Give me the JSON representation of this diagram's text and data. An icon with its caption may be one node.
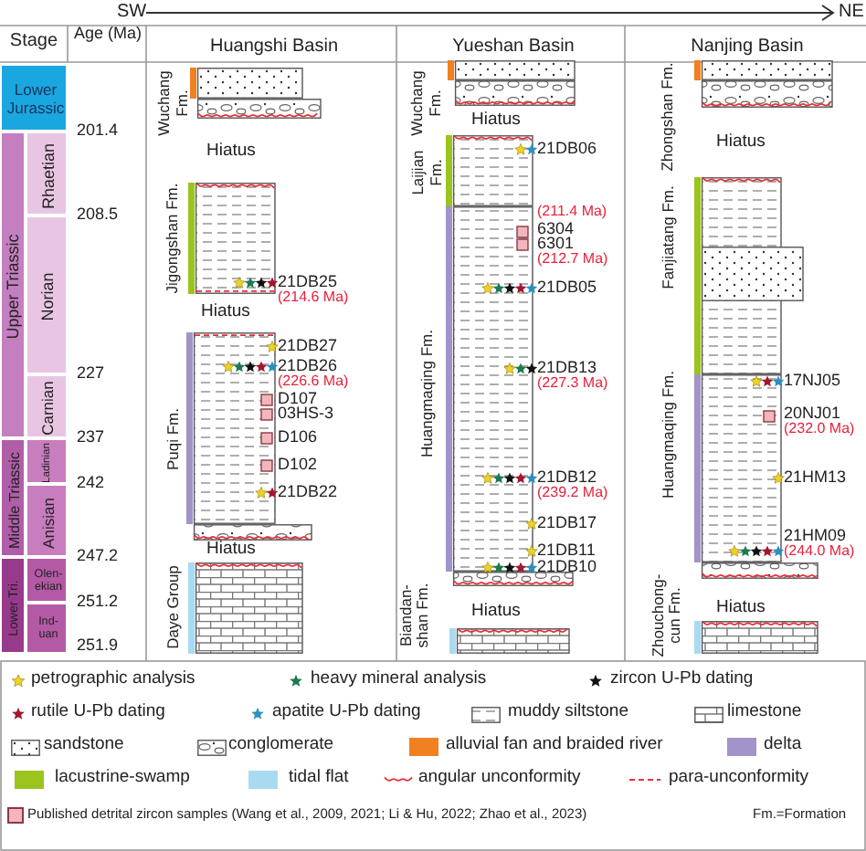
{
  "diagram": {
    "nodes": [
      {
        "text": [
          "Lower Jurassic"
        ]
      },
      {
        "text": [
          "Upper Triassic"
        ]
      },
      {
        "text": [
          "Rhaetian"
        ]
      },
      {
        "text": [
          "Norian"
        ]
      },
      {
        "text": [
          "Carnian"
        ]
      },
      {
        "text": [
          "Middle Triassic"
        ]
      },
      {
        "text": [
          "Ladinian"
        ]
      },
      {
        "text": [
          "Anisian"
        ]
      },
      {
        "text": [
          "Lower Tri."
        ]
      },
      {
        "text": [
          "Olen-ekian"
        ]
      },
      {
        "text": [
          "Ind-uan"
        ]
      },
      {
        "text": [
          "Wuchang Fm."
        ]
      },
      {
        "text": [
          "Jigongshan Fm."
        ]
      },
      {
        "text": [
          "Puqi Fm."
        ]
      },
      {
        "text": [
          "Daye Group"
        ]
      },
      {
        "text": [
          "Wuchang Fm."
        ]
      },
      {
        "text": [
          "Laijian Fm."
        ]
      },
      {
        "text": [
          "Huangmaqing Fm."
        ]
      },
      {
        "text": [
          "Biandan-shan Fm."
        ]
      },
      {
        "text": [
          "Zhongshan Fm."
        ]
      },
      {
        "text": [
          "Fanjiatang Fm."
        ]
      },
      {
        "text": [
          "Huangmaqing Fm."
        ]
      },
      {
        "text": [
          "Zhouchong-cun Fm."
        ]
      }
    ],
    "labels": [
      "SW",
      "NE",
      "Stage",
      "Age (Ma)",
      "Huangshi Basin",
      "Yueshan Basin",
      "Nanjing Basin",
      "201.4",
      "208.5",
      "227",
      "237",
      "242",
      "247.2",
      "251.2",
      "251.9",
      "Hiatus",
      "21DB25",
      "(214.6 Ma)",
      "Hiatus",
      "21DB27",
      "21DB26",
      "(226.6 Ma)",
      "D107",
      "03HS-3",
      "D106",
      "D102",
      "21DB22",
      "Hiatus",
      "Hiatus",
      "21DB06",
      "(211.4 Ma)",
      "6304",
      "6301",
      "(212.7 Ma)",
      "21DB05",
      "21DB13",
      "(227.3 Ma)",
      "21DB12",
      "(239.2 Ma)",
      "21DB17",
      "21DB11",
      "21DB10",
      "Hiatus",
      "Hiatus",
      "17NJ05",
      "20NJ01",
      "(232.0 Ma)",
      "21HM13",
      "21HM09",
      "(244.0 Ma)",
      "Hiatus",
      "Fm.=Formation"
    ],
    "legend": [
      {
        "text": "petrographic analysis"
      },
      {
        "text": "heavy mineral analysis"
      },
      {
        "text": "zircon U-Pb dating"
      },
      {
        "text": "rutile U-Pb dating"
      },
      {
        "text": "apatite U-Pb dating"
      },
      {
        "text": "muddy siltstone"
      },
      {
        "text": "limestone"
      },
      {
        "text": "sandstone"
      },
      {
        "text": "conglomerate"
      },
      {
        "text": "alluvial fan and braided river",
        "color": "#f08020"
      },
      {
        "text": "delta",
        "color": "#a293c9"
      },
      {
        "text": "lacustrine-swamp",
        "color": "#9bc41e"
      },
      {
        "text": "tidal flat",
        "color": "#a8daf2"
      },
      {
        "text": "angular unconformity"
      },
      {
        "text": "para-unconformity"
      },
      {
        "text": "Published detrital zircon samples (Wang et al., 2009, 2021; Li & Hu, 2022; Zhao et al., 2023)"
      }
    ]
  }
}
